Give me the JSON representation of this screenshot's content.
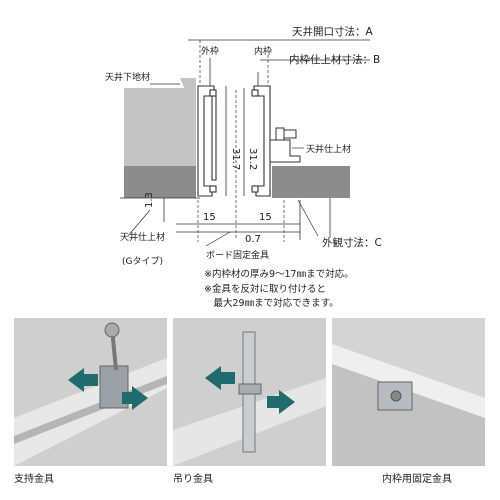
{
  "diagram": {
    "labels": {
      "ceiling_opening": "天井開口寸法：A",
      "inner_finish": "内枠仕上材寸法：B",
      "outer_frame": "外枠",
      "inner_frame": "内枠",
      "ceiling_base": "天井下地材",
      "ceiling_finish_right": "天井仕上材",
      "ceiling_finish_left": "天井仕上材",
      "exterior_dim": "外観寸法：C",
      "board_bracket": "ボード固定金具",
      "type": "(Gタイプ)"
    },
    "dimensions": {
      "outer_height": "31.7",
      "inner_height": "31.2",
      "left_width": "15",
      "right_width": "15",
      "offset": "1.3",
      "gap": "0.7"
    },
    "notes": [
      "※内枠材の厚み9～17㎜まで対応。",
      "※金具を反対に取り付けると",
      "　最大29㎜まで対応できます。"
    ]
  },
  "photos": [
    {
      "caption": "支持金具"
    },
    {
      "caption": "吊り金具"
    },
    {
      "caption": "内枠用固定金具"
    }
  ],
  "colors": {
    "arrow_teal": "#1f6b6e",
    "concrete_gray": "#bdbdbd",
    "finish_dark": "#8c8c8c"
  }
}
